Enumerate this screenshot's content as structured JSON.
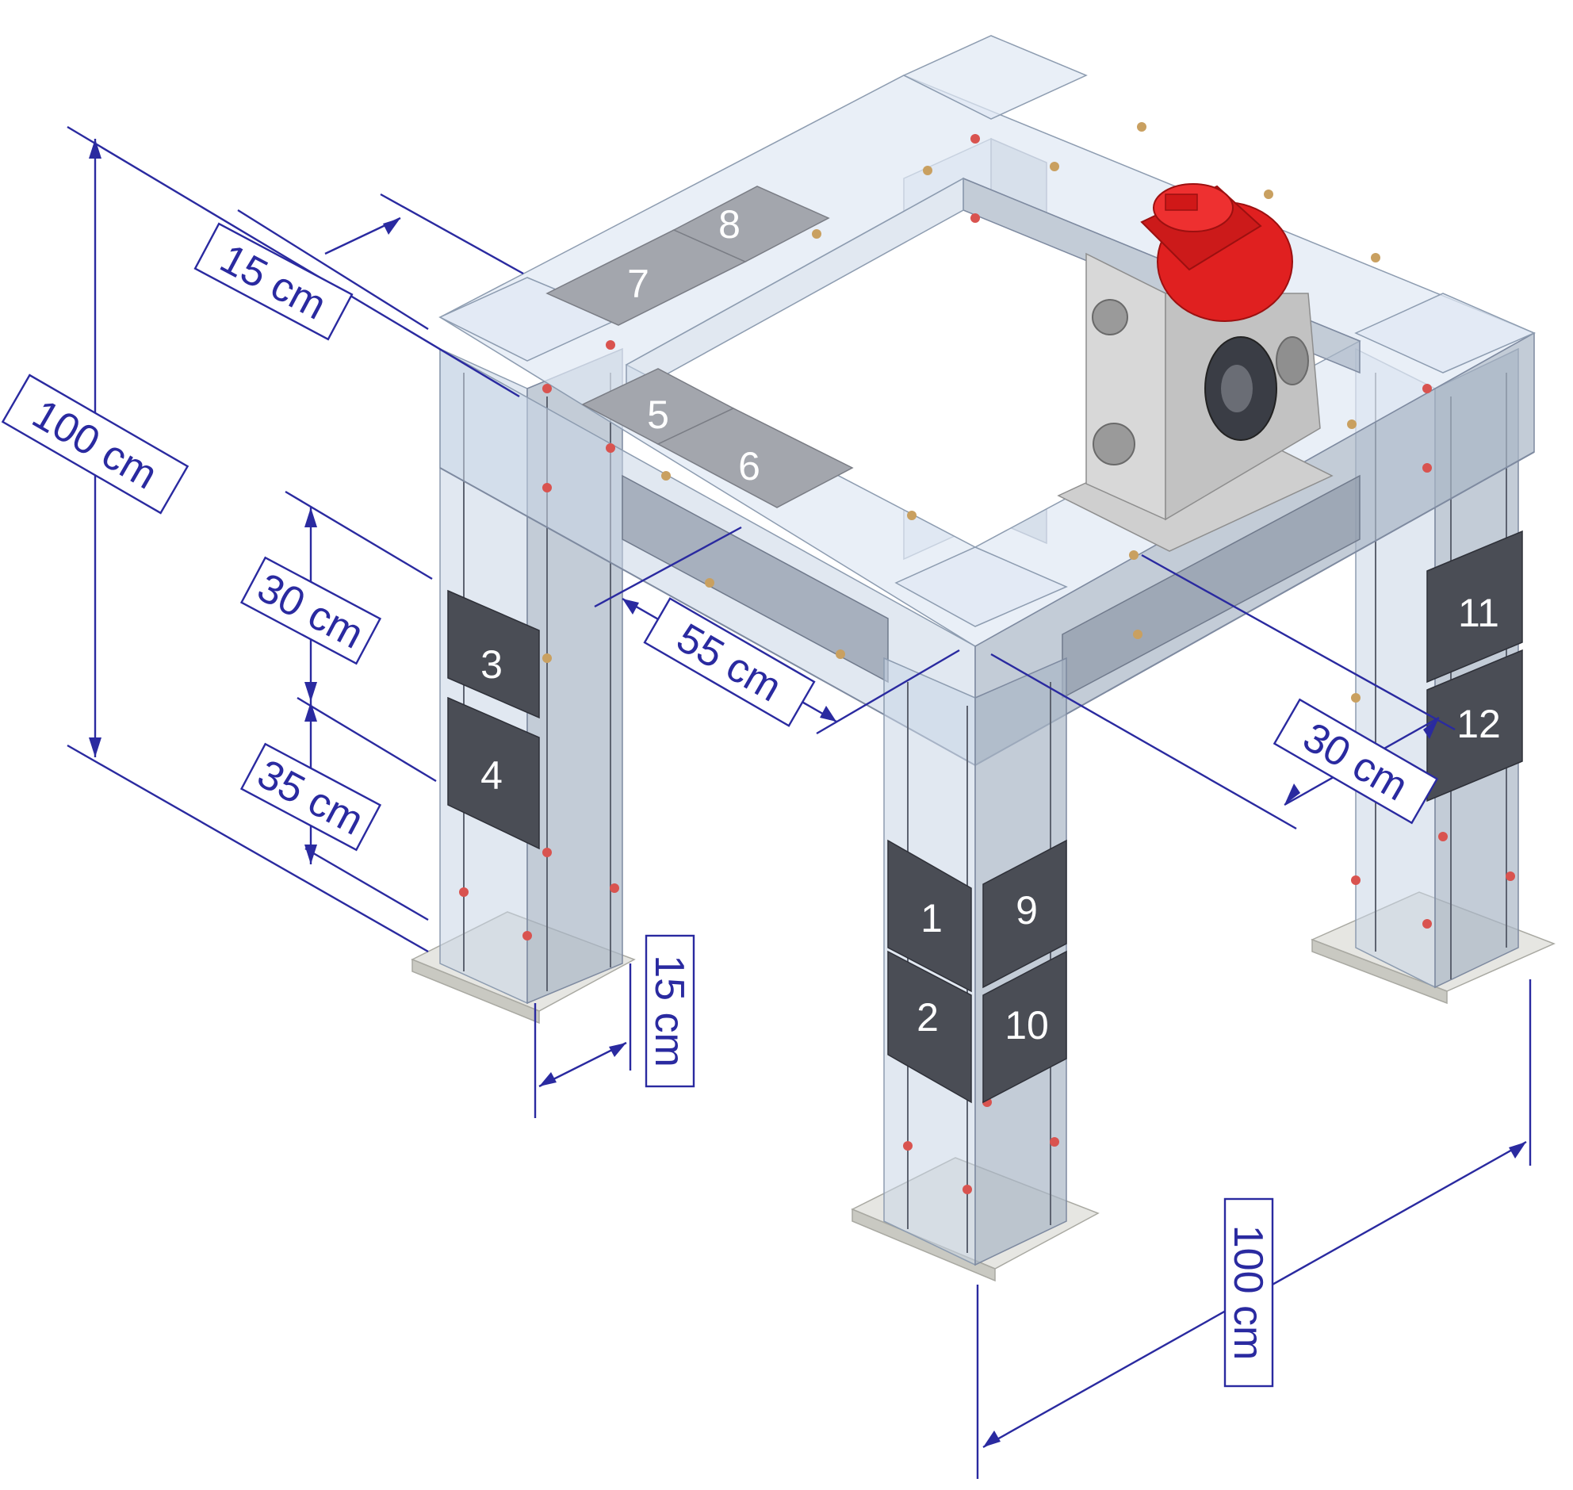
{
  "dimensions": {
    "top_width": "15 cm",
    "total_height": "100 cm",
    "upper_gap": "30 cm",
    "lower_gap": "35 cm",
    "mid_span": "55 cm",
    "right_offset": "30 cm",
    "column_width": "15 cm",
    "base_length": "100 cm"
  },
  "panels": [
    "1",
    "2",
    "3",
    "4",
    "5",
    "6",
    "7",
    "8",
    "9",
    "10",
    "11",
    "12"
  ],
  "colors": {
    "dimension": "#2a2aa0",
    "motor": "#e02020",
    "panel": "#4a4d55",
    "frame_glass": "#c9d6e6"
  }
}
